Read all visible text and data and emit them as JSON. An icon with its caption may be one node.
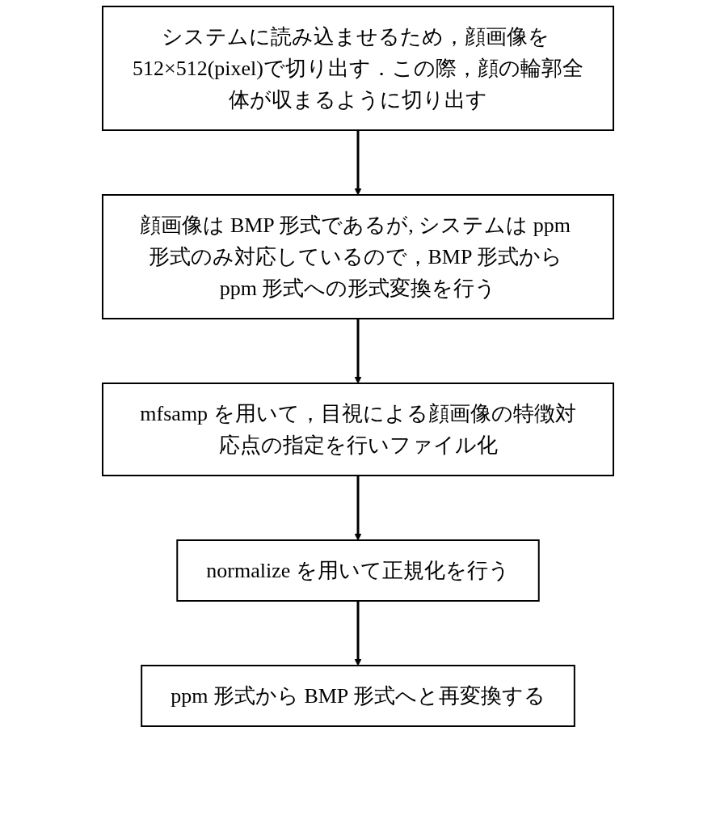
{
  "diagram": {
    "nodes": [
      {
        "text": [
          "システムに読み込ませるため，顔画像を 512×512(pixel)で切り出す．この際，顔の輪郭全体が収まるように切り出す"
        ]
      },
      {
        "text": [
          "顔画像は BMP 形式であるが, システムは ppm 形式のみ対応しているので，BMP 形式から ppm 形式への形式変換を行う"
        ]
      },
      {
        "text": [
          "mfsamp を用いて，目視による顔画像の特徴対応点の指定を行いファイル化"
        ]
      },
      {
        "text": [
          "normalize を用いて正規化を行う"
        ]
      },
      {
        "text": [
          "ppm 形式から BMP 形式へと再変換する"
        ]
      }
    ],
    "edges": [
      {
        "from": 0,
        "to": 1,
        "arrow": "to"
      },
      {
        "from": 1,
        "to": 2,
        "arrow": "to"
      },
      {
        "from": 2,
        "to": 3,
        "arrow": "to"
      },
      {
        "from": 3,
        "to": 4,
        "arrow": "to"
      }
    ]
  }
}
